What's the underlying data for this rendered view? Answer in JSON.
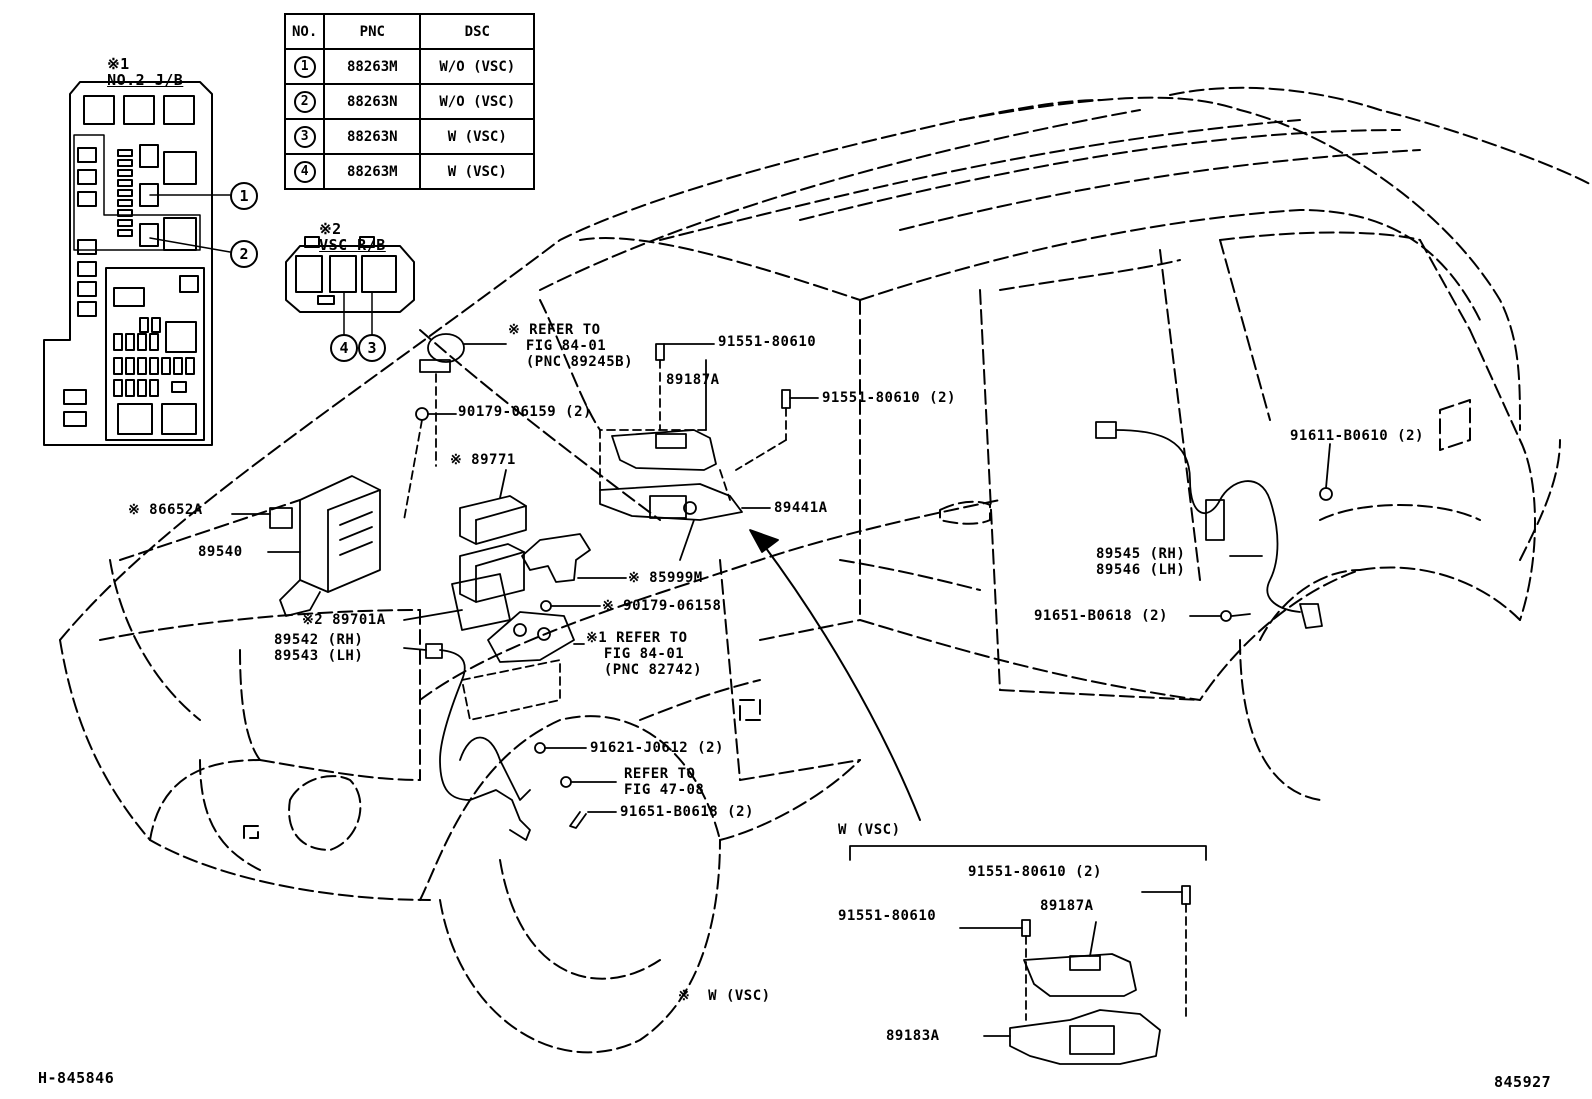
{
  "jb_label": {
    "mark": "※1",
    "text": "NO.2 J/B"
  },
  "vsc_rb_label": {
    "mark": "※2",
    "text": "VSC R/B"
  },
  "pnc_table": {
    "headers": [
      "NO.",
      "PNC",
      "DSC"
    ],
    "rows": [
      {
        "no": "1",
        "pnc": "88263M",
        "dsc": "W/O (VSC)"
      },
      {
        "no": "2",
        "pnc": "88263N",
        "dsc": "W/O (VSC)"
      },
      {
        "no": "3",
        "pnc": "88263N",
        "dsc": "W (VSC)"
      },
      {
        "no": "4",
        "pnc": "88263M",
        "dsc": "W (VSC)"
      }
    ]
  },
  "callouts": {
    "c1": "1",
    "c2": "2",
    "c3": "3",
    "c4": "4"
  },
  "parts": {
    "refer_89245b": "※ REFER TO\n  FIG 84-01\n  (PNC 89245B)",
    "p90179_06159": "90179-06159 (2)",
    "p89771": "※ 89771",
    "p86652a": "※ 86652A",
    "p89540": "89540",
    "p89701a": "※2 89701A",
    "p89542_89543": "89542 (RH)\n89543 (LH)",
    "refer_82742": "※1 REFER TO\n  FIG 84-01\n  (PNC 82742)",
    "p85999m": "※ 85999M",
    "p90179_06158": "※ 90179-06158",
    "p91621_j0612": "91621-J0612 (2)",
    "refer_4708": "REFER TO\nFIG 47-08",
    "p91651_b0618_front": "91651-B0618 (2)",
    "p91551_80610_a": "91551-80610",
    "p89187a": "89187A",
    "p91551_80610_2": "91551-80610 (2)",
    "p89441a": "89441A",
    "p91611_b0610": "91611-B0610 (2)",
    "p89545_89546": "89545 (RH)\n89546 (LH)",
    "p91651_b0618_rear": "91651-B0618 (2)",
    "vsc_note": "※  W (VSC)"
  },
  "inset": {
    "title": "W (VSC)",
    "p91551_80610_2": "91551-80610 (2)",
    "p91551_80610": "91551-80610",
    "p89187a": "89187A",
    "p89183a": "89183A"
  },
  "footer": {
    "left": "H-845846",
    "right": "845927"
  }
}
